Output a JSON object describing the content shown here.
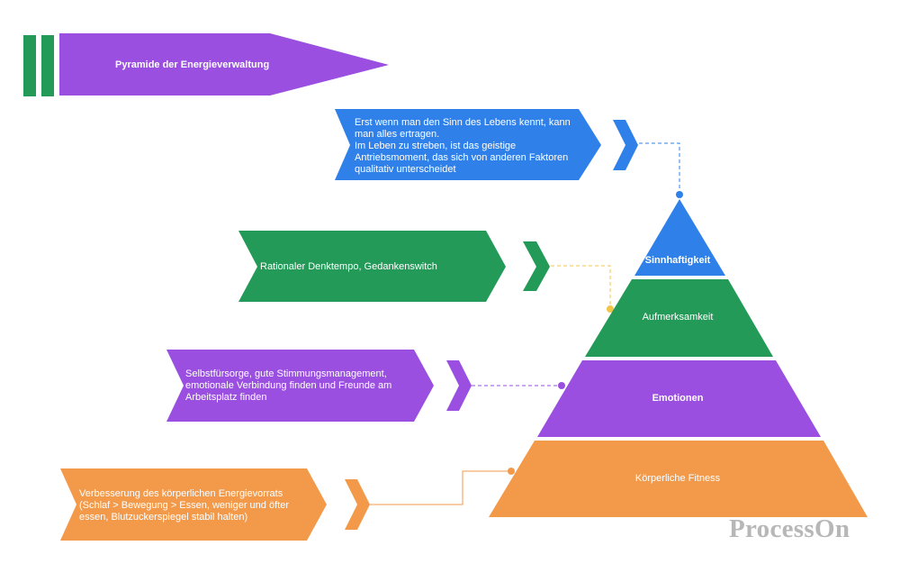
{
  "title": "Pyramide der Energieverwaltung",
  "tiers": [
    {
      "label": "Sinnhaftigkeit",
      "color": "#2f80e8",
      "note": "Erst wenn man den Sinn des Lebens kennt, kann man alles ertragen.\nIm Leben zu streben, ist das geistige Antriebsmoment, das sich von anderen Faktoren qualitativ unterscheidet"
    },
    {
      "label": "Aufmerksamkeit",
      "color": "#239a58",
      "note": "Rationaler Denktempo, Gedankenswitch"
    },
    {
      "label": "Emotionen",
      "color": "#9a4fe0",
      "note": "Selbstfürsorge, gute Stimmungsmanagement, emotionale Verbindung finden und Freunde am Arbeitsplatz finden"
    },
    {
      "label": "Körperliche Fitness",
      "color": "#f29a4a",
      "note": "Verbesserung des körperlichen Energievorrats (Schlaf > Bewegung > Essen, weniger und öfter essen, Blutzuckerspiegel stabil halten)"
    }
  ],
  "connector_color": "#f0c64a",
  "watermark": "ProcessOn"
}
